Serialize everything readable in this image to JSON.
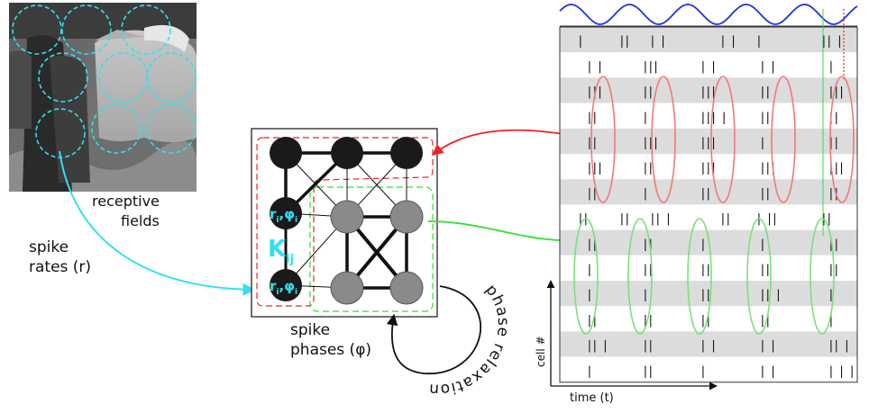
{
  "labels": {
    "receptive_fields": [
      "receptive",
      "fields"
    ],
    "spike_rates": [
      "spike",
      "rates (r)"
    ],
    "spike_phases": [
      "spike",
      "phases (φ)"
    ],
    "phase_relaxation": "phase relaxation",
    "coupling": "K",
    "coupling_sub": "ij",
    "node_r": "r",
    "node_i": "i",
    "node_phi": "φ",
    "cell_axis": "cell #",
    "time_axis": "time (t)"
  },
  "colors": {
    "cyan": "#33e0f0",
    "red": "#ee2222",
    "green": "#33dd33",
    "blue": "#2233dd",
    "dark_node": "#1a1a1a",
    "gray_node": "#8a8a8a",
    "stripe": "#dcdcdc",
    "red_ellipse": "#f07a7a",
    "green_ellipse": "#7ae07a"
  },
  "raster": {
    "rows": [
      [
        "|",
        "||",
        "| |",
        "| |",
        "|",
        "|| |"
      ],
      [
        "| |",
        "|||",
        "| |",
        "| |",
        "|"
      ],
      [
        "|||",
        "||",
        "|||",
        "||",
        "|||"
      ],
      [
        "||",
        "|",
        "||| |",
        "||",
        "||"
      ],
      [
        "||",
        "|||",
        "|||",
        "|",
        "||"
      ],
      [
        "|||",
        "||",
        "|||",
        "|||",
        "|||"
      ],
      [
        "||",
        "|",
        "||",
        "||",
        "||"
      ],
      [
        "||",
        "||",
        "|| |",
        "||",
        "| ||",
        "||"
      ],
      [
        "||",
        "||",
        "|",
        "|",
        "||"
      ],
      [
        "|",
        "||",
        "||",
        "||",
        "||"
      ],
      [
        "|",
        "|",
        "||",
        "|| |",
        "|"
      ],
      [
        "||",
        "||",
        "||",
        "||",
        "|"
      ],
      [
        "|| |",
        "||",
        "| |",
        "| |",
        "|| |"
      ],
      [
        "|",
        "||",
        "|",
        "| |",
        "| | |"
      ]
    ]
  }
}
